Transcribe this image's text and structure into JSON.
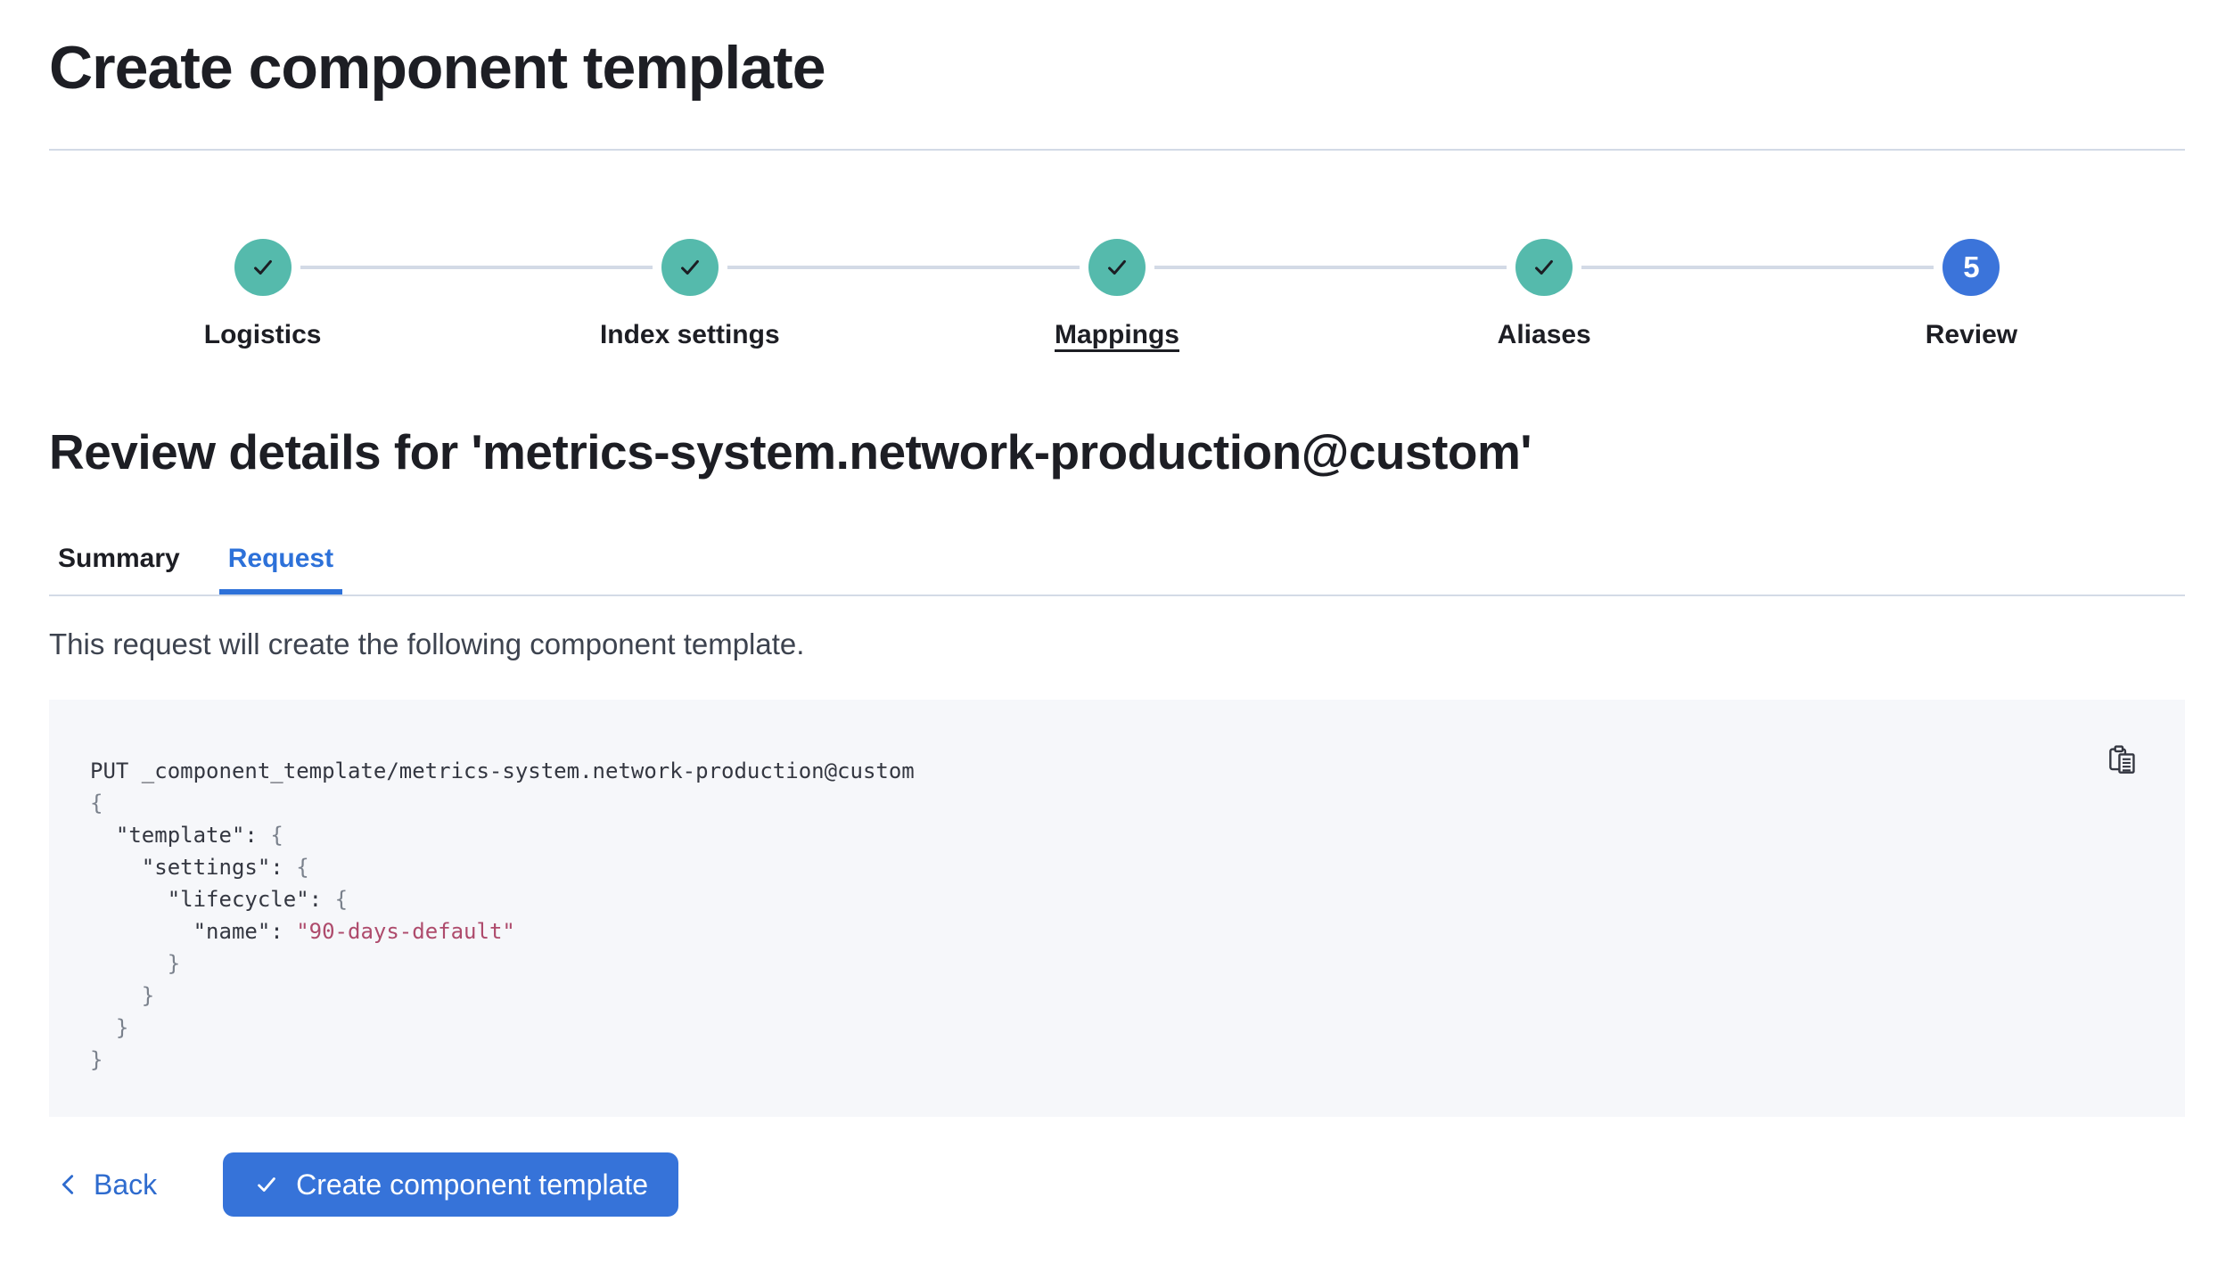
{
  "page": {
    "title": "Create component template"
  },
  "stepper": {
    "steps": [
      {
        "label": "Logistics",
        "status": "complete"
      },
      {
        "label": "Index settings",
        "status": "complete"
      },
      {
        "label": "Mappings",
        "status": "complete"
      },
      {
        "label": "Aliases",
        "status": "complete"
      },
      {
        "label": "Review",
        "status": "current",
        "number": "5"
      }
    ]
  },
  "review": {
    "heading": "Review details for 'metrics-system.network-production@custom'",
    "tabs": [
      {
        "label": "Summary",
        "active": false
      },
      {
        "label": "Request",
        "active": true
      }
    ],
    "description": "This request will create the following component template."
  },
  "code_block": {
    "copy_icon": "copy-clipboard-icon",
    "lines": [
      [
        {
          "t": "PUT _component_template/metrics-system.network-production@custom",
          "c": "plain"
        }
      ],
      [
        {
          "t": "{",
          "c": "brace"
        }
      ],
      [
        {
          "t": "  ",
          "c": "plain"
        },
        {
          "t": "\"template\"",
          "c": "key"
        },
        {
          "t": ": ",
          "c": "plain"
        },
        {
          "t": "{",
          "c": "brace"
        }
      ],
      [
        {
          "t": "    ",
          "c": "plain"
        },
        {
          "t": "\"settings\"",
          "c": "key"
        },
        {
          "t": ": ",
          "c": "plain"
        },
        {
          "t": "{",
          "c": "brace"
        }
      ],
      [
        {
          "t": "      ",
          "c": "plain"
        },
        {
          "t": "\"lifecycle\"",
          "c": "key"
        },
        {
          "t": ": ",
          "c": "plain"
        },
        {
          "t": "{",
          "c": "brace"
        }
      ],
      [
        {
          "t": "        ",
          "c": "plain"
        },
        {
          "t": "\"name\"",
          "c": "key"
        },
        {
          "t": ": ",
          "c": "plain"
        },
        {
          "t": "\"90-days-default\"",
          "c": "string"
        }
      ],
      [
        {
          "t": "      ",
          "c": "plain"
        },
        {
          "t": "}",
          "c": "brace"
        }
      ],
      [
        {
          "t": "    ",
          "c": "plain"
        },
        {
          "t": "}",
          "c": "brace"
        }
      ],
      [
        {
          "t": "  ",
          "c": "plain"
        },
        {
          "t": "}",
          "c": "brace"
        }
      ],
      [
        {
          "t": "}",
          "c": "brace"
        }
      ]
    ]
  },
  "footer": {
    "back_label": "Back",
    "create_label": "Create component template"
  },
  "colors": {
    "primary_blue": "#3673D9",
    "active_tab_blue": "#2D71D9",
    "step_current_blue": "#3B74DA",
    "teal_complete": "#55BAAC",
    "code_string": "#AE4B6C",
    "code_background": "#F6F7FA",
    "divider": "#D3DAE6",
    "heading_text": "#1D1E24",
    "body_text": "#343741"
  }
}
